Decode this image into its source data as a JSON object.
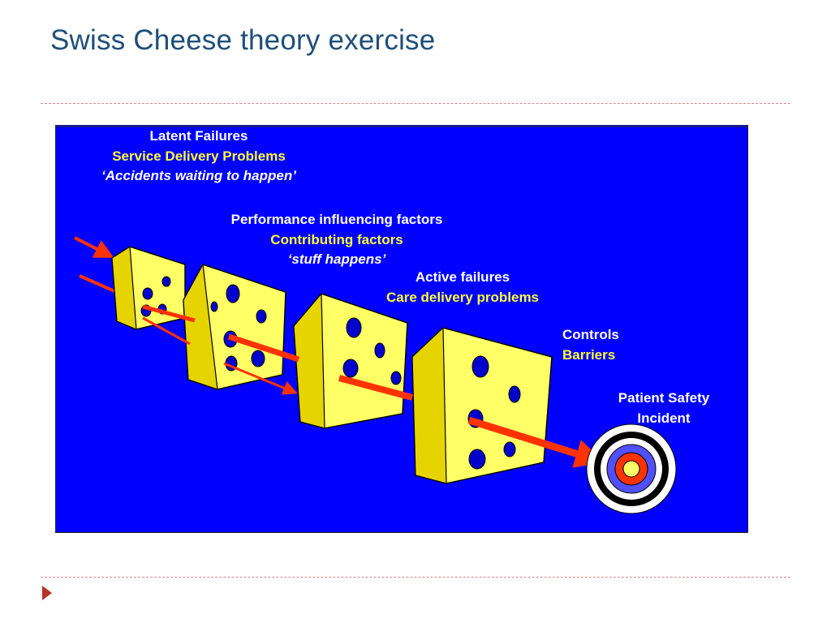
{
  "slide": {
    "title": "Swiss Cheese theory exercise"
  },
  "diagram": {
    "latent": {
      "line1": "Latent Failures",
      "line2": "Service Delivery Problems",
      "line3": "‘Accidents waiting to happen’"
    },
    "performance": {
      "line1": "Performance influencing factors",
      "line2": "Contributing factors",
      "line3": "‘stuff happens’"
    },
    "active": {
      "line1": "Active failures",
      "line2": "Care delivery problems"
    },
    "controls": {
      "line1": "Controls",
      "line2": "Barriers"
    },
    "incident": {
      "line1": "Patient Safety",
      "line2": "Incident"
    },
    "colors": {
      "background": "#0000FF",
      "cheese": "#FFFF66",
      "arrow": "#FF3300",
      "highlight_text": "#FFFF33"
    }
  }
}
